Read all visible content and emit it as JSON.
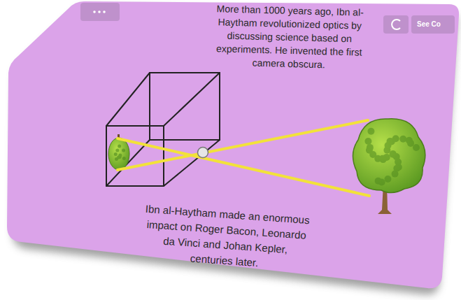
{
  "diagram": {
    "labels": [
      "More than 1000 years ago, Ibn al-Haytham revolutionized optics by discussing science based on experiments. He invented the first camera obscura.",
      "Ibn al-Haytham made an enormous impact on Roger Bacon, Leonardo da Vinci and Johan Kepler, centuries later.",
      "See Co"
    ]
  }
}
